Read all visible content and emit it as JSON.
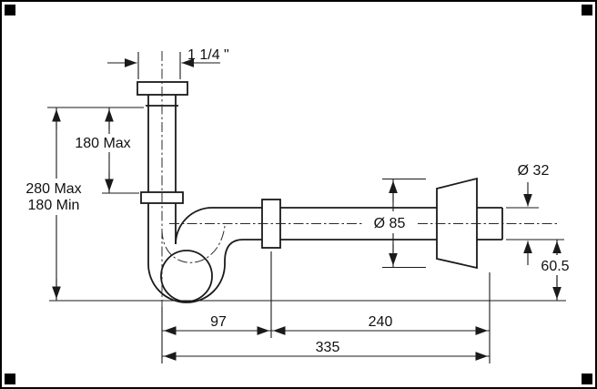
{
  "drawing": {
    "type": "technical-dimension-drawing",
    "subject": "bottle-trap siphon side view",
    "line_color": "#1a1a1a",
    "background": "#ffffff"
  },
  "labels": {
    "inlet_size": "1 1/4 \"",
    "inner_height": "180 Max",
    "outer_height_max": "280 Max",
    "outer_height_min": "180 Min",
    "outlet_diameter": "Ø 32",
    "body_diameter": "Ø 85",
    "outlet_drop": "60.5",
    "trap_to_nut": "97",
    "nut_to_wall": "240",
    "total_reach": "335"
  }
}
